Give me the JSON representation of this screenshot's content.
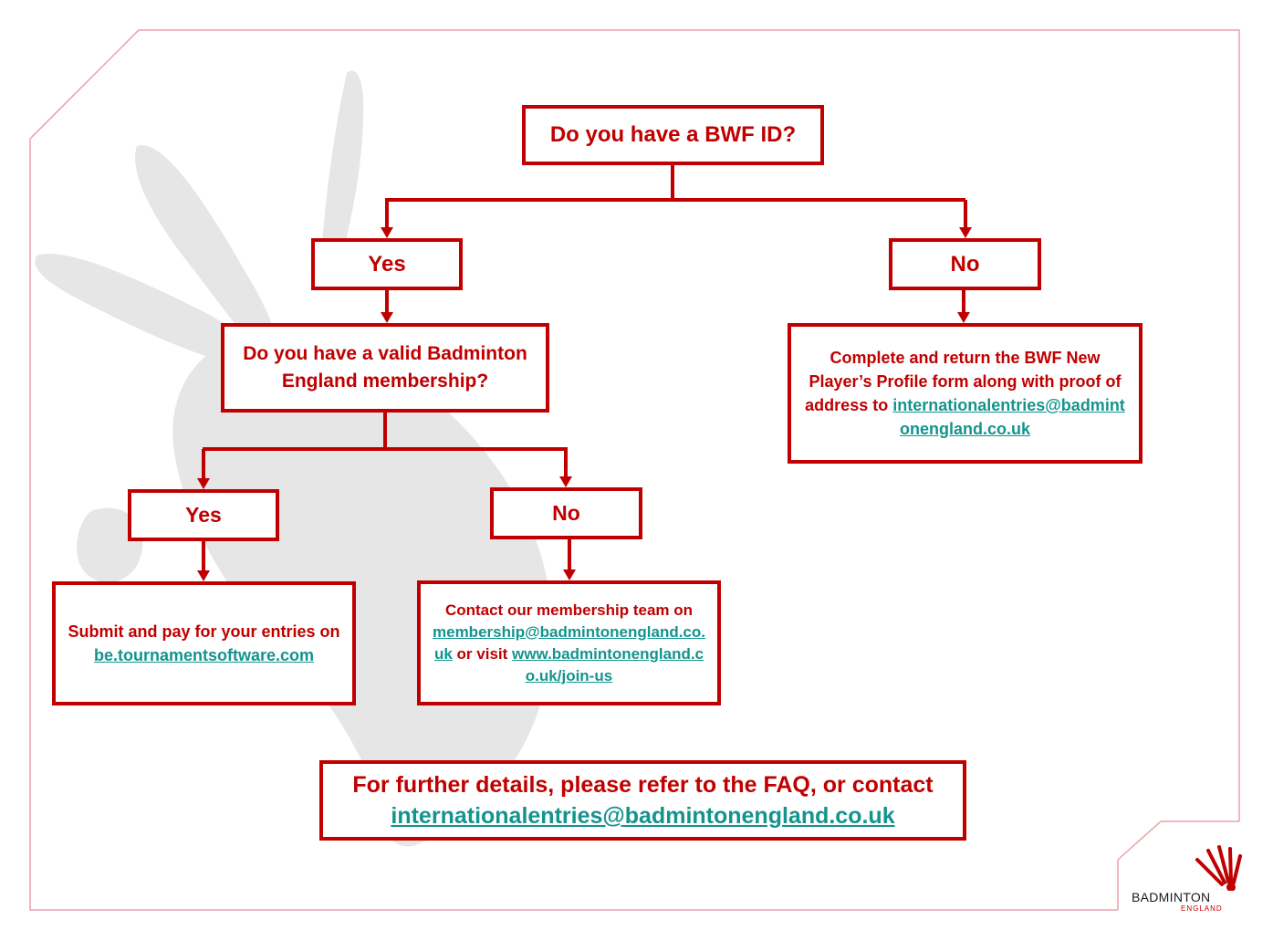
{
  "flowchart": {
    "question_bwf_id": "Do you have a BWF ID?",
    "bwf_yes": "Yes",
    "bwf_no": "No",
    "question_membership": "Do you have a valid Badminton England membership?",
    "no_id_text": "Complete and return the BWF New Player’s Profile form along with proof of address to",
    "no_id_email": "internationalentries@badmintonengland.co.uk",
    "membership_yes": "Yes",
    "membership_no": "No",
    "submit_text": "Submit and pay for your entries on",
    "submit_link": "be.tournamentsoftware.com",
    "contact_text": "Contact our membership team on",
    "contact_email": "membership@badmintonengland.co.uk",
    "contact_or_visit": "or visit",
    "contact_url": "www.badmintonengland.co.uk/join-us"
  },
  "footer": {
    "further_text": "For further details, please refer to the FAQ, or contact",
    "further_email": "internationalentries@badmintonengland.co.uk"
  },
  "logo": {
    "word1": "BADMINTON",
    "word2": "ENGLAND"
  },
  "colors": {
    "accent": "#c00000",
    "link": "#13948e",
    "frame": "#e8a0a8",
    "watermark": "#e6e6e6"
  }
}
